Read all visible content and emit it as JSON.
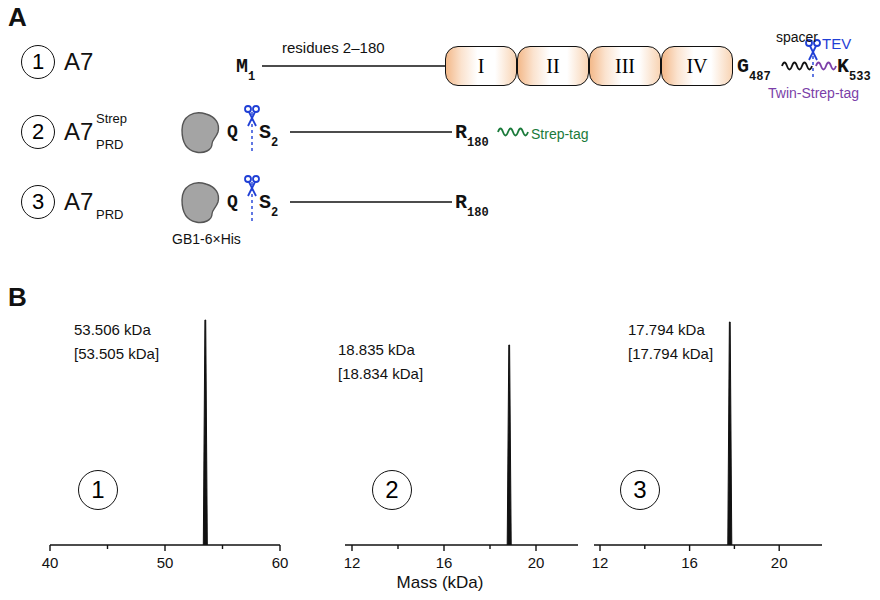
{
  "diagram": {
    "nodes": [
      {
        "text": [
          "1"
        ]
      },
      {
        "text": [
          "I"
        ]
      },
      {
        "text": [
          "II"
        ]
      },
      {
        "text": [
          "III"
        ]
      },
      {
        "text": [
          "IV"
        ]
      },
      {
        "text": [
          "2"
        ]
      },
      {
        "text": [
          "3"
        ]
      },
      {
        "text": [
          "1"
        ]
      },
      {
        "text": [
          "2"
        ]
      },
      {
        "text": [
          "3"
        ]
      }
    ],
    "labels": [
      "A",
      "A7",
      "M",
      "1",
      "residues 2–180",
      "G",
      "487",
      "spacer",
      "TEV",
      "Twin-Strep-tag",
      "K",
      "533",
      "A7",
      "Strep",
      "PRD",
      "Q",
      "S",
      "2",
      "R",
      "180",
      "Strep-tag",
      "A7",
      "PRD",
      "Q",
      "S",
      "2",
      "R",
      "180",
      "GB1-6×His",
      "B",
      "53.506 kDa",
      "[53.505 kDa]",
      "18.835 kDa",
      "[18.834 kDa]",
      "17.794 kDa",
      "[17.794 kDa]",
      "40",
      "50",
      "60",
      "12",
      "16",
      "20",
      "12",
      "16",
      "20",
      "Mass (kDa)"
    ]
  }
}
